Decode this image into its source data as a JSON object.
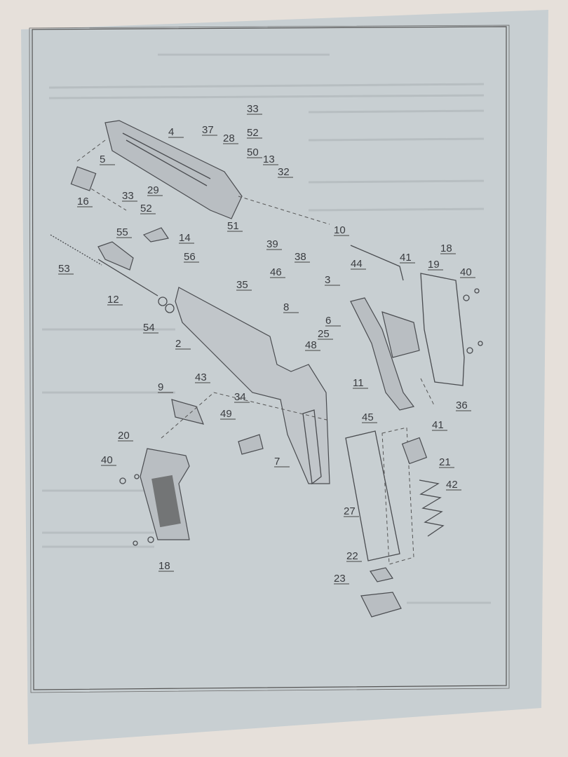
{
  "diagram": {
    "type": "exploded parts diagram",
    "part_labels": [
      "33",
      "4",
      "37",
      "28",
      "52",
      "50",
      "13",
      "32",
      "5",
      "16",
      "33",
      "29",
      "52",
      "51",
      "14",
      "55",
      "56",
      "53",
      "39",
      "38",
      "10",
      "44",
      "41",
      "18",
      "19",
      "40",
      "46",
      "35",
      "3",
      "12",
      "8",
      "6",
      "25",
      "54",
      "2",
      "48",
      "11",
      "43",
      "9",
      "34",
      "49",
      "36",
      "45",
      "41",
      "7",
      "20",
      "21",
      "40",
      "42",
      "27",
      "18",
      "22",
      "23"
    ]
  },
  "colors": {
    "paper": "#c9d0d3",
    "background": "#e6e0da",
    "ink": "#3a3c40"
  }
}
